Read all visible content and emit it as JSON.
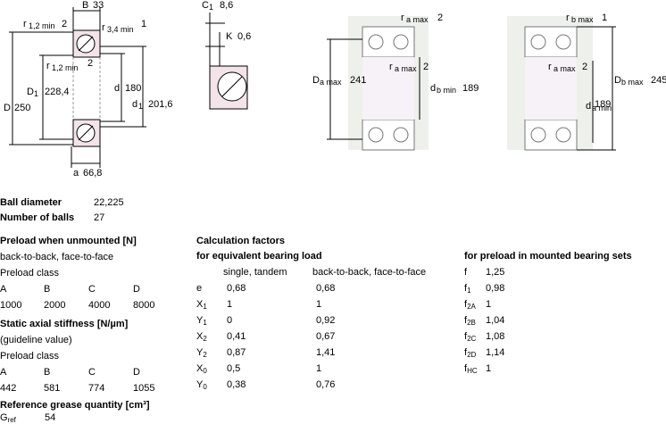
{
  "drawings": {
    "dim_B": "B",
    "dim_B_val": "33",
    "r12_min": "r",
    "r12_sub": "1,2 min",
    "r12_val": "2",
    "r34_min": "r",
    "r34_sub": "3,4 min",
    "r34_val": "1",
    "r12b_min": "r",
    "r12b_sub": "1,2 min",
    "r12b_val": "2",
    "D1": "D",
    "D1_sub": "1",
    "D1_val": "228,4",
    "D": "D",
    "D_val": "250",
    "d": "d",
    "d_val": "180",
    "d1": "d",
    "d1_sub": "1",
    "d1_val": "201,6",
    "a": "a",
    "a_val": "66,8",
    "C1": "C",
    "C1_sub": "1",
    "C1_val": "8,6",
    "K": "K",
    "K_val": "0,6",
    "ra_max_1": "r",
    "ra_max_1_sub": "a max",
    "ra_max_1_val": "2",
    "ra_max_2": "r",
    "ra_max_2_sub": "a max",
    "ra_max_2_val": "2",
    "Da_max": "D",
    "Da_max_sub": "a max",
    "Da_max_val": "241",
    "db_min": "d",
    "db_min_sub": "b min",
    "db_min_val": "189",
    "rb_max": "r",
    "rb_max_sub": "b max",
    "rb_max_val": "1",
    "ra_max_3": "r",
    "ra_max_3_sub": "a max",
    "ra_max_3_val": "2",
    "Db_max": "D",
    "Db_max_sub": "b max",
    "Db_max_val": "245",
    "da_min": "d",
    "da_min_sub": "a min",
    "da_min_val": "189"
  },
  "specs": {
    "ball_diameter_label": "Ball diameter",
    "ball_diameter_value": "22,225",
    "number_of_balls_label": "Number of balls",
    "number_of_balls_value": "27"
  },
  "preload": {
    "heading": "Preload when unmounted [N]",
    "arrangement": "back-to-back, face-to-face",
    "class_label": "Preload class",
    "classes": [
      "A",
      "B",
      "C",
      "D"
    ],
    "values": [
      "1000",
      "2000",
      "4000",
      "8000"
    ]
  },
  "stiffness": {
    "heading": "Static axial stiffness [N/µm]",
    "note": "(guideline value)",
    "class_label": "Preload class",
    "classes": [
      "A",
      "B",
      "C",
      "D"
    ],
    "values": [
      "442",
      "581",
      "774",
      "1055"
    ]
  },
  "grease": {
    "heading": "Reference grease quantity [cm³]",
    "label": "G",
    "label_sub": "ref",
    "value": "54"
  },
  "calc": {
    "heading": "Calculation factors",
    "subheading": "for equivalent bearing load",
    "col1": "single, tandem",
    "col2": "back-to-back, face-to-face",
    "rows": [
      {
        "sym": "e",
        "sub": "",
        "v1": "0,68",
        "v2": "0,68"
      },
      {
        "sym": "X",
        "sub": "1",
        "v1": "1",
        "v2": "1"
      },
      {
        "sym": "Y",
        "sub": "1",
        "v1": "0",
        "v2": "0,92"
      },
      {
        "sym": "X",
        "sub": "2",
        "v1": "0,41",
        "v2": "0,67"
      },
      {
        "sym": "Y",
        "sub": "2",
        "v1": "0,87",
        "v2": "1,41"
      },
      {
        "sym": "X",
        "sub": "0",
        "v1": "0,5",
        "v2": "1"
      },
      {
        "sym": "Y",
        "sub": "0",
        "v1": "0,38",
        "v2": "0,76"
      }
    ]
  },
  "mounted": {
    "heading": "for preload in mounted bearing sets",
    "rows": [
      {
        "sym": "f",
        "sub": "",
        "val": "1,25"
      },
      {
        "sym": "f",
        "sub": "1",
        "val": "0,98"
      },
      {
        "sym": "f",
        "sub": "2A",
        "val": "1"
      },
      {
        "sym": "f",
        "sub": "2B",
        "val": "1,04"
      },
      {
        "sym": "f",
        "sub": "2C",
        "val": "1,08"
      },
      {
        "sym": "f",
        "sub": "2D",
        "val": "1,14"
      },
      {
        "sym": "f",
        "sub": "HC",
        "val": "1"
      }
    ]
  }
}
